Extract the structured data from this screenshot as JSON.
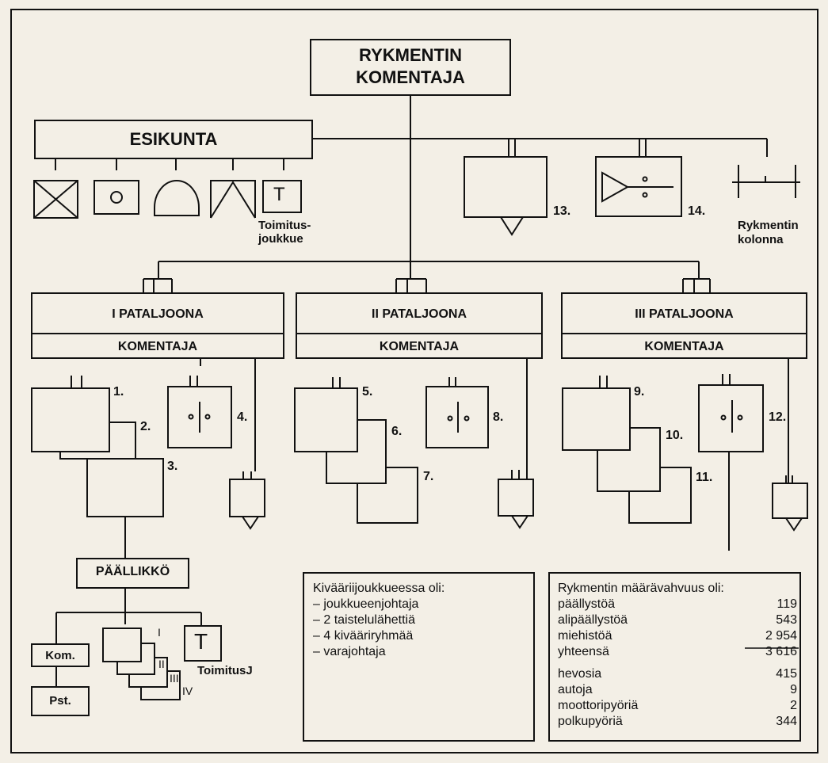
{
  "regiment_commander": {
    "line1": "RYKMENTIN",
    "line2": "KOMENTAJA"
  },
  "staff": {
    "title": "ESIKUNTA",
    "supply_platoon_line1": "Toimitus-",
    "supply_platoon_line2": "joukkue"
  },
  "regiment_column": {
    "line1": "Rykmentin",
    "line2": "kolonna"
  },
  "unit_numbers": {
    "n1": "1.",
    "n2": "2.",
    "n3": "3.",
    "n4": "4.",
    "n5": "5.",
    "n6": "6.",
    "n7": "7.",
    "n8": "8.",
    "n9": "9.",
    "n10": "10.",
    "n11": "11.",
    "n12": "12.",
    "n13": "13.",
    "n14": "14."
  },
  "battalions": [
    {
      "title": "I PATALJOONA",
      "commander": "KOMENTAJA"
    },
    {
      "title": "II PATALJOONA",
      "commander": "KOMENTAJA"
    },
    {
      "title": "III PATALJOONA",
      "commander": "KOMENTAJA"
    }
  ],
  "company": {
    "chief": "PÄÄLLIKKÖ",
    "kom": "Kom.",
    "pst": "Pst.",
    "platoons": [
      "I",
      "II",
      "III",
      "IV"
    ],
    "supply": "ToimitusJ",
    "t_symbol": "T"
  },
  "rifle_platoon": {
    "heading": "Kivääriijoukkueessa oli:",
    "items": [
      "– joukkueenjohtaja",
      "– 2 taistelulähettiä",
      "– 4 kivääriryhmää",
      "– varajohtaja"
    ]
  },
  "strength": {
    "heading": "Rykmentin määrävahvuus oli:",
    "personnel": [
      {
        "label": "päällystöä",
        "value": "119"
      },
      {
        "label": "alipäällystöä",
        "value": "543"
      },
      {
        "label": "miehistöä",
        "value": "2 954"
      },
      {
        "label": "yhteensä",
        "value": "3 616"
      }
    ],
    "equipment": [
      {
        "label": "hevosia",
        "value": "415"
      },
      {
        "label": "autoja",
        "value": "9"
      },
      {
        "label": "moottoripyöriä",
        "value": "2"
      },
      {
        "label": "polkupyöriä",
        "value": "344"
      }
    ]
  }
}
